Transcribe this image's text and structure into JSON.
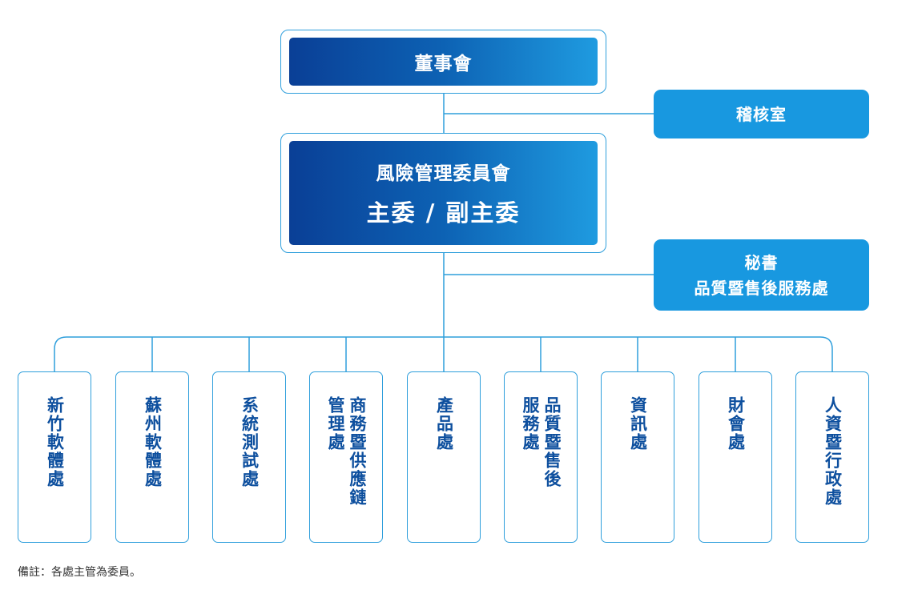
{
  "diagram": {
    "board": {
      "label": "董事會"
    },
    "audit": {
      "label": "稽核室"
    },
    "risk_committee": {
      "line1": "風險管理委員會",
      "line2": "主委 / 副主委"
    },
    "secretary": {
      "line1": "秘書",
      "line2": "品質暨售後服務處"
    },
    "departments": [
      {
        "lines": [
          "新竹軟體處"
        ]
      },
      {
        "lines": [
          "蘇州軟體處"
        ]
      },
      {
        "lines": [
          "系統測試處"
        ]
      },
      {
        "lines": [
          "商務暨供應鏈",
          "管理處"
        ]
      },
      {
        "lines": [
          "產品處"
        ]
      },
      {
        "lines": [
          "品質暨售後",
          "服務處"
        ]
      },
      {
        "lines": [
          "資訊處"
        ]
      },
      {
        "lines": [
          "財會處"
        ]
      },
      {
        "lines": [
          "人資暨行政處"
        ]
      }
    ],
    "note": "備註：各處主管為委員。"
  },
  "colors": {
    "connector": "#2f9fdc",
    "gradient_dark": "#0a3f96",
    "gradient_light": "#1f9be0",
    "side_box": "#1898e0",
    "dept_text": "#0d4f9e"
  }
}
